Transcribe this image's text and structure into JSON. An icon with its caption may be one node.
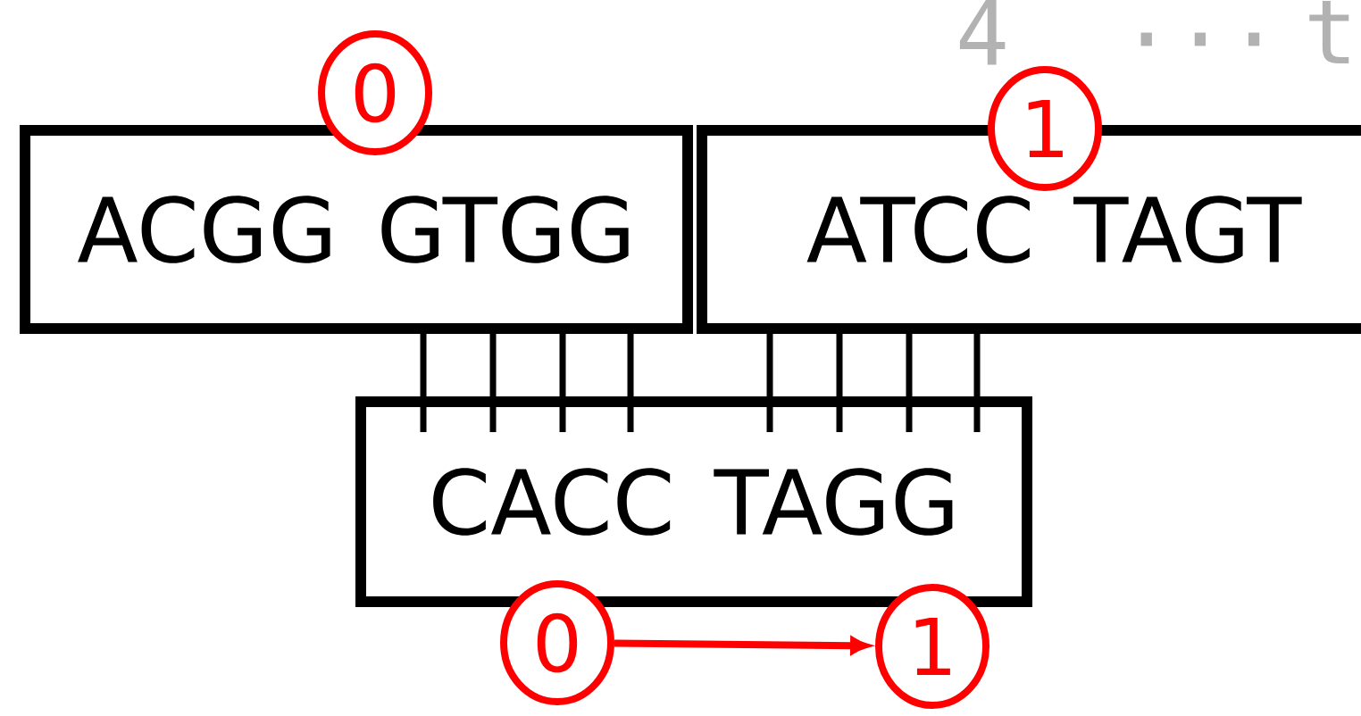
{
  "diagram": {
    "nodes": [
      {
        "text": [
          "ACGG",
          "GTGG"
        ]
      },
      {
        "text": [
          "ATCC",
          "TAGT"
        ]
      },
      {
        "text": [
          "CACC",
          "TAGG"
        ]
      },
      {
        "text": [
          "0"
        ]
      },
      {
        "text": [
          "1"
        ]
      },
      {
        "text": [
          "0"
        ]
      },
      {
        "text": [
          "1"
        ]
      }
    ],
    "edges": [
      {
        "from": 0,
        "to": 2,
        "arrow": "none"
      },
      {
        "from": 0,
        "to": 2,
        "arrow": "none"
      },
      {
        "from": 0,
        "to": 2,
        "arrow": "none"
      },
      {
        "from": 0,
        "to": 2,
        "arrow": "none"
      },
      {
        "from": 1,
        "to": 2,
        "arrow": "none"
      },
      {
        "from": 1,
        "to": 2,
        "arrow": "none"
      },
      {
        "from": 1,
        "to": 2,
        "arrow": "none"
      },
      {
        "from": 1,
        "to": 2,
        "arrow": "none"
      },
      {
        "from": 5,
        "to": 6,
        "arrow": "to",
        "color": "#ff0000"
      }
    ],
    "labels": [
      "4",
      "...",
      "t"
    ]
  }
}
